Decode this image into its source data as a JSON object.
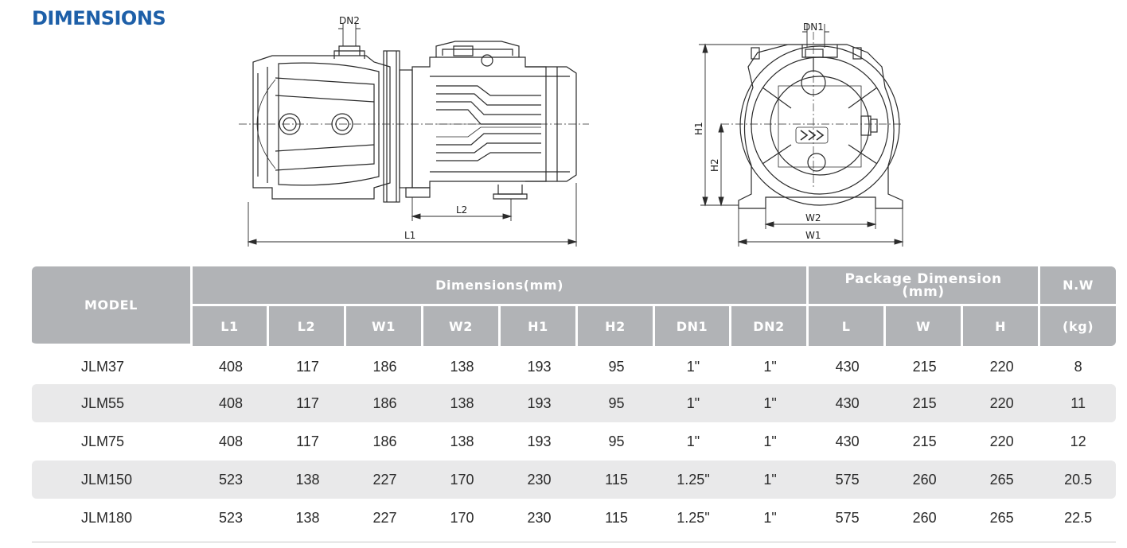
{
  "page": {
    "title": "DIMENSIONS"
  },
  "drawing": {
    "side_view": {
      "labels": {
        "dn2": "DN2",
        "l2": "L2",
        "l1": "L1"
      }
    },
    "front_view": {
      "labels": {
        "dn1": "DN1",
        "h1": "H1",
        "h2": "H2",
        "w2": "W2",
        "w1": "W1"
      }
    }
  },
  "table": {
    "header_groups": {
      "model": "MODEL",
      "dimensions": "Dimensions(mm)",
      "package_line1": "Package Dimension",
      "package_line2": "(mm)",
      "nw": "N.W",
      "nw_unit": "(kg)"
    },
    "columns": [
      "L1",
      "L2",
      "W1",
      "W2",
      "H1",
      "H2",
      "DN1",
      "DN2",
      "L",
      "W",
      "H"
    ],
    "rows": [
      [
        "JLM37",
        "408",
        "117",
        "186",
        "138",
        "193",
        "95",
        "1\"",
        "1\"",
        "430",
        "215",
        "220",
        "8"
      ],
      [
        "JLM55",
        "408",
        "117",
        "186",
        "138",
        "193",
        "95",
        "1\"",
        "1\"",
        "430",
        "215",
        "220",
        "11"
      ],
      [
        "JLM75",
        "408",
        "117",
        "186",
        "138",
        "193",
        "95",
        "1\"",
        "1\"",
        "430",
        "215",
        "220",
        "12"
      ],
      [
        "JLM150",
        "523",
        "138",
        "227",
        "170",
        "230",
        "115",
        "1.25\"",
        "1\"",
        "575",
        "260",
        "265",
        "20.5"
      ],
      [
        "JLM180",
        "523",
        "138",
        "227",
        "170",
        "230",
        "115",
        "1.25\"",
        "1\"",
        "575",
        "260",
        "265",
        "22.5"
      ]
    ]
  }
}
